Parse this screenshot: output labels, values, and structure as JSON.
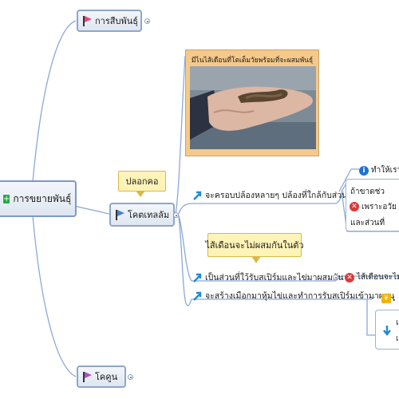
{
  "central": {
    "title": "การขยายพันธุ์",
    "icon": "plus-square-icon",
    "icon_color": "#27a844"
  },
  "branches": {
    "top": {
      "label": "การสืบพันธุ์",
      "flag_color": "#e8477a"
    },
    "middle": {
      "label": "โคตเทลลัม",
      "flag_color": "#4d7fd8"
    },
    "bottom": {
      "label": "โคคูน",
      "flag_color": "#a94fd0"
    }
  },
  "callouts": {
    "middle": "ปลอกคอ",
    "sperm": "ไส้เดือนจะไม่ผสมกันในตัว"
  },
  "image_card": {
    "caption": "มีไนไส้เดือนที่โตเต็มวัยพร้อมที่จะผสมพันธุ์"
  },
  "subtopics": [
    {
      "label": "จะครอบปล้องหลายๆ ปล้องที่ใกล้กับส่วนหัว"
    },
    {
      "label": "เป็นส่วนที่ใว้รับสเปิร์มและไข่มาผสมกัน"
    },
    {
      "label": "จะสร้างเมือกมาหุ้มไข่และทำการรับสเปิร์มเข้ามาผสม"
    }
  ],
  "details": {
    "info_text": "ทำให้เรารู้",
    "box1_line1": "ถ้าขาดช่ว",
    "box1_line2": "เพราะอวัย",
    "box1_line3": "และส่วนที่",
    "sperm_note": "ไส้เดือนจะไม่ผส",
    "money_text": "เ",
    "box3_line1": "แ",
    "box3_line2": "เ"
  },
  "colors": {
    "line": "#8aa8d8",
    "topic_border": "#8ea6c9",
    "callout_bg": "#fff4b8"
  }
}
